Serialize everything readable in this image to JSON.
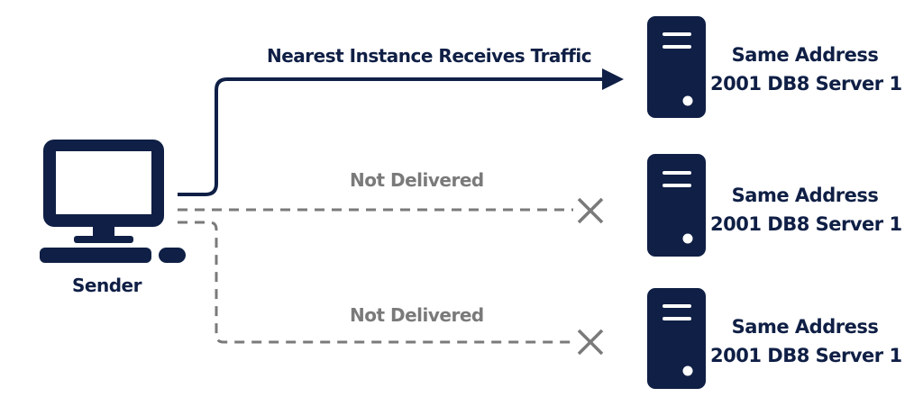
{
  "colors": {
    "navy": "#0f1f45",
    "grey": "#7a7a7a",
    "background": "#ffffff"
  },
  "sender": {
    "label": "Sender",
    "icon": "desktop-computer-icon"
  },
  "routes": {
    "delivered_label": "Nearest Instance Receives Traffic",
    "blocked_label_1": "Not Delivered",
    "blocked_label_2": "Not Delivered",
    "blocked_icon": "cross-icon",
    "arrow_icon": "arrowhead-icon"
  },
  "servers": [
    {
      "line1": "Same Address",
      "line2": "2001 DB8 Server 1",
      "icon": "server-tower-icon"
    },
    {
      "line1": "Same Address",
      "line2": "2001 DB8 Server 1",
      "icon": "server-tower-icon"
    },
    {
      "line1": "Same Address",
      "line2": "2001 DB8 Server 1",
      "icon": "server-tower-icon"
    }
  ]
}
